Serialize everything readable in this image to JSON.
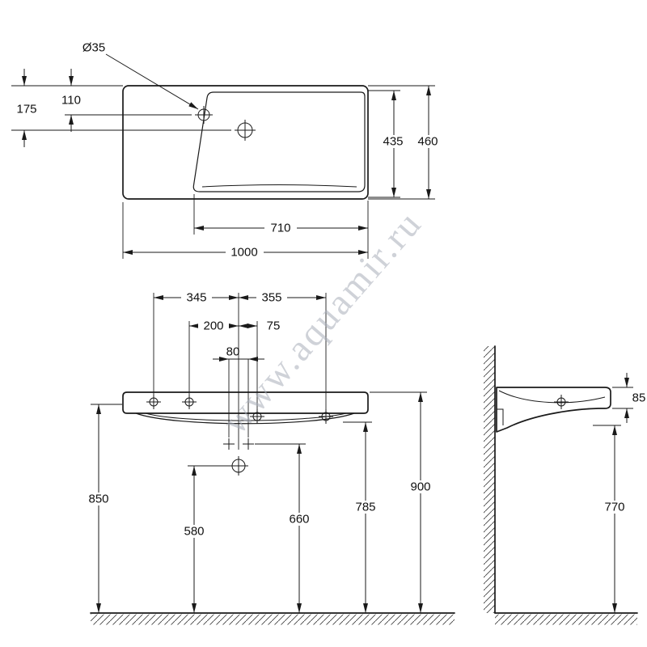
{
  "watermark": "www.aquamir.ru",
  "top_view": {
    "hole_diameter": "Ø35",
    "dim_hole1_from_edge": "110",
    "dim_hole2_from_edge": "175",
    "dim_inner_depth": "435",
    "dim_overall_depth": "460",
    "dim_basin_width": "710",
    "dim_overall_width": "1000"
  },
  "front_view": {
    "dim_left_hole_to_center": "345",
    "dim_center_to_right_hole": "355",
    "dim_second_hole_to_center": "200",
    "dim_center_to_overflow": "75",
    "dim_fixing_spacing": "80",
    "dim_underside_height": "850",
    "dim_drain_height": "580",
    "dim_fixing_height": "660",
    "dim_bowl_bottom_height": "785",
    "dim_rim_height": "900"
  },
  "side_view": {
    "dim_rim_thickness": "85",
    "dim_underside_clearance": "770"
  }
}
